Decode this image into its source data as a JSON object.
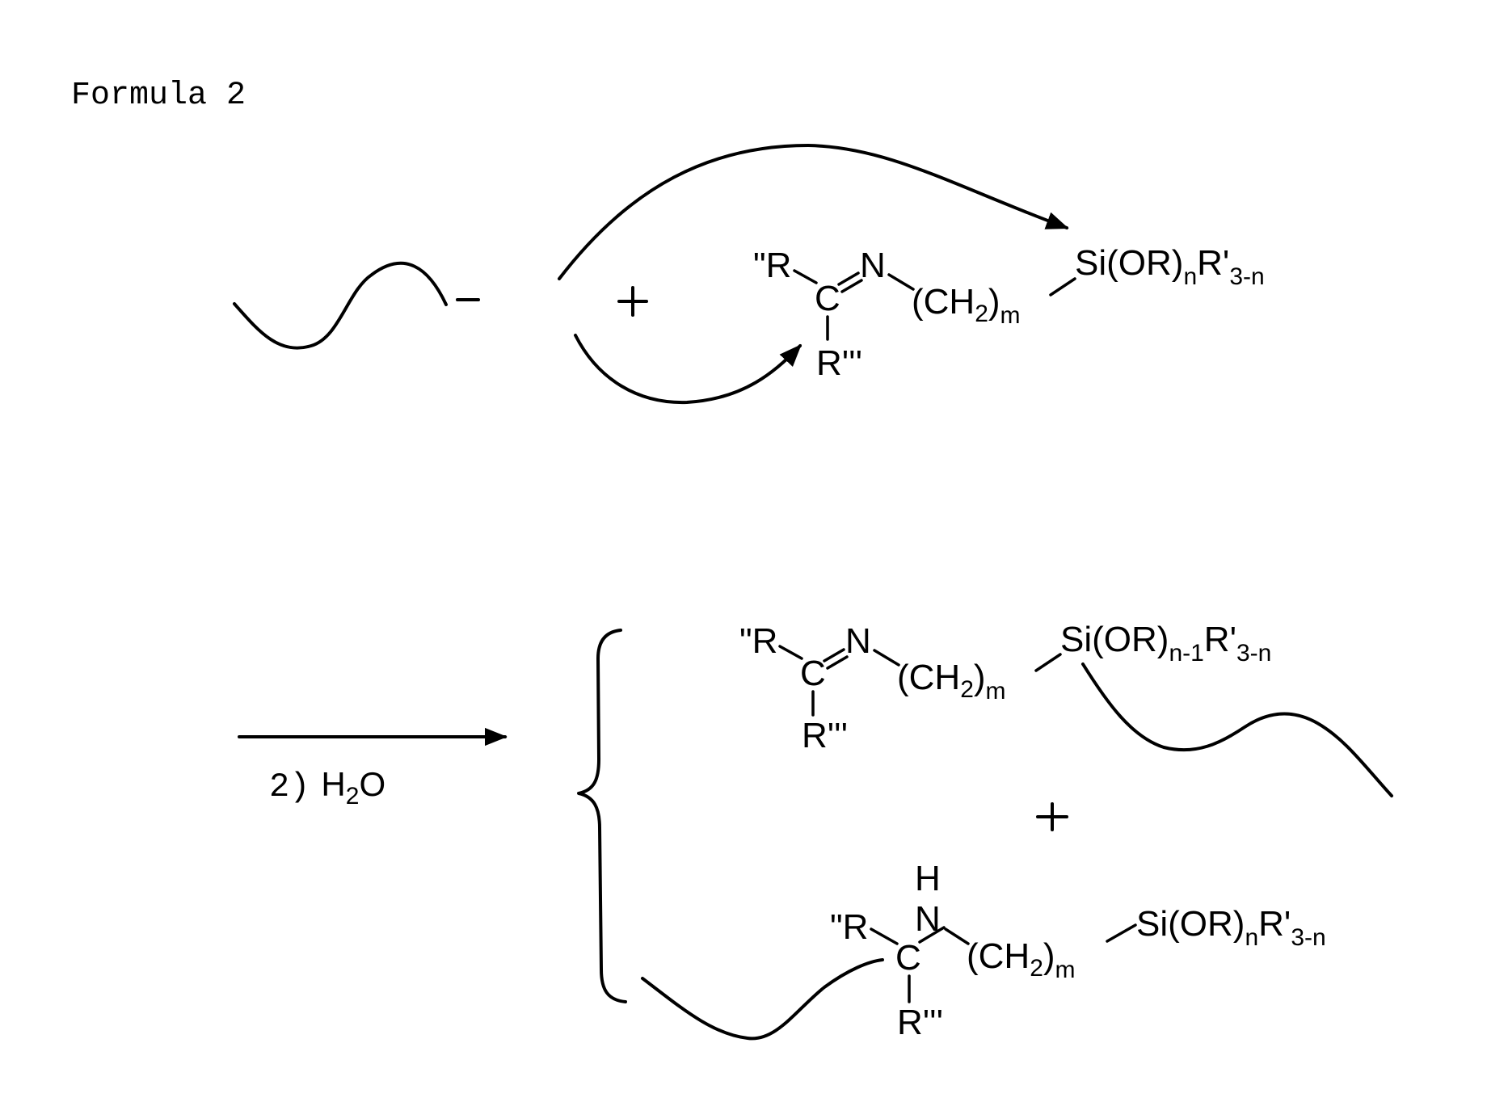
{
  "title": "Formula 2",
  "reactants": {
    "polymer_anion": {
      "charge": "−"
    },
    "plus": "+",
    "imine_silane": {
      "left_substituent": "\"R",
      "carbon": "C",
      "nitrogen": "N",
      "bottom_substituent": "R'''",
      "chain": "(CH",
      "chain_sub": "2",
      "chain_close": ")",
      "chain_index": "m",
      "silicon": "Si(OR)",
      "si_sub_n": "n",
      "r_prime": "R'",
      "r_prime_sub": "3-n"
    }
  },
  "reaction_arrow": {
    "condition_step": "2)",
    "condition_reagent": "H",
    "condition_reagent_sub": "2",
    "condition_reagent_tail": "O"
  },
  "products": {
    "plus": "+",
    "product_1": {
      "left_substituent": "\"R",
      "carbon": "C",
      "nitrogen": "N",
      "bottom_substituent": "R'''",
      "chain": "(CH",
      "chain_sub": "2",
      "chain_close": ")",
      "chain_index": "m",
      "silicon": "Si(OR)",
      "si_sub_n": "n-1",
      "r_prime": "R'",
      "r_prime_sub": "3-n"
    },
    "product_2": {
      "left_substituent": "\"R",
      "carbon": "C",
      "nitrogen": "N",
      "hydrogen": "H",
      "bottom_substituent": "R'''",
      "chain": "(CH",
      "chain_sub": "2",
      "chain_close": ")",
      "chain_index": "m",
      "silicon": "Si(OR)",
      "si_sub_n": "n",
      "r_prime": "R'",
      "r_prime_sub": "3-n"
    }
  }
}
